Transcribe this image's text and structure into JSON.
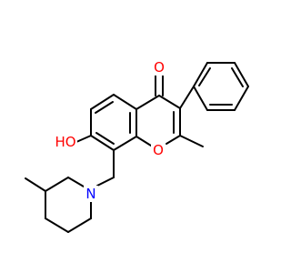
{
  "molecule": {
    "atoms": {
      "carbonyl_oxygen": "O",
      "ring_oxygen": "O",
      "hydroxyl": "HO",
      "nitrogen": "N"
    },
    "colors": {
      "bond": "#000000",
      "oxygen": "#ff0000",
      "nitrogen": "#0000ff",
      "background": "#ffffff"
    }
  }
}
